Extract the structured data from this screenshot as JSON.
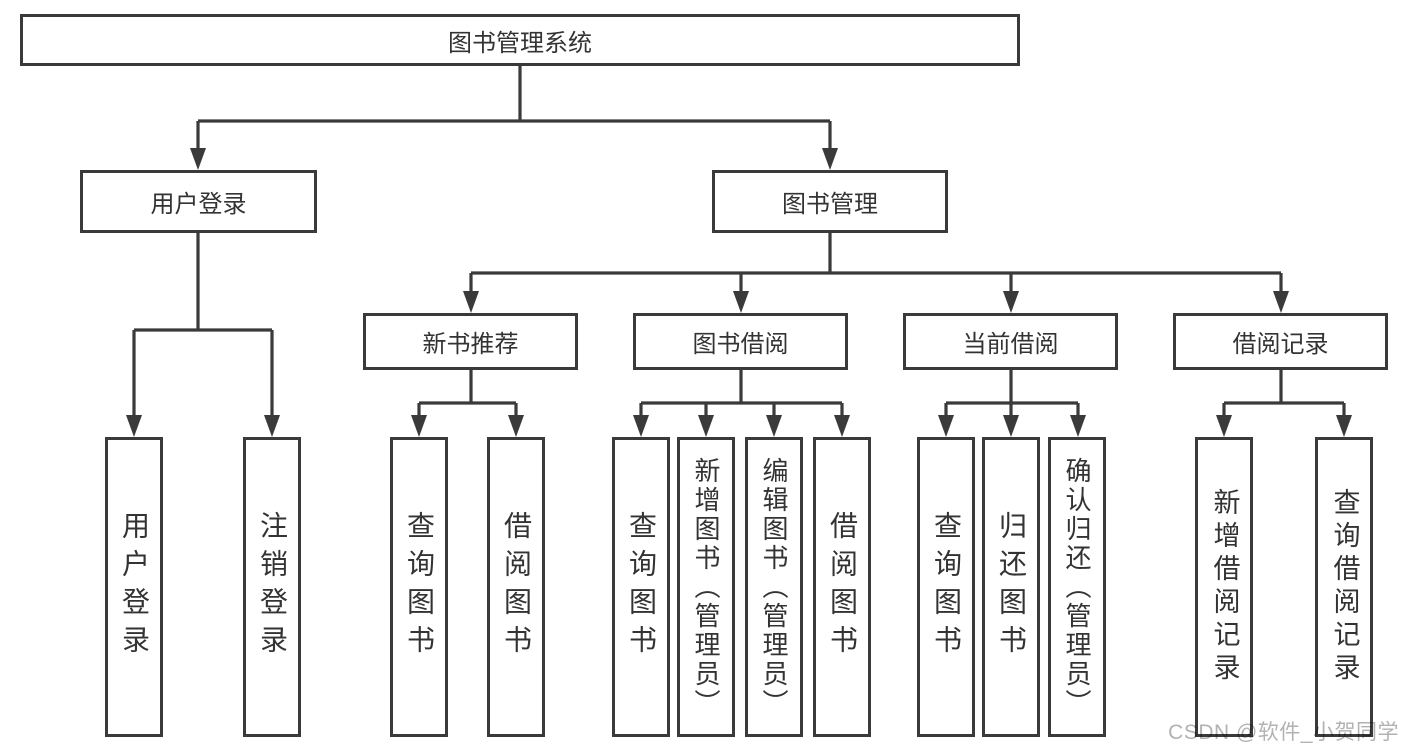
{
  "colors": {
    "line": "#3a3a3a",
    "text": "#333333",
    "watermark": "#b2b2b2",
    "background": "#ffffff"
  },
  "watermark": "CSDN @软件_小贺同学",
  "tree": {
    "label": "图书管理系统",
    "children": [
      {
        "label": "用户登录",
        "children": [
          {
            "label": "用户登录"
          },
          {
            "label": "注销登录"
          }
        ]
      },
      {
        "label": "图书管理",
        "children": [
          {
            "label": "新书推荐",
            "children": [
              {
                "label": "查询图书"
              },
              {
                "label": "借阅图书"
              }
            ]
          },
          {
            "label": "图书借阅",
            "children": [
              {
                "label": "查询图书"
              },
              {
                "label": "新增图书（管理员）"
              },
              {
                "label": "编辑图书（管理员）"
              },
              {
                "label": "借阅图书"
              }
            ]
          },
          {
            "label": "当前借阅",
            "children": [
              {
                "label": "查询图书"
              },
              {
                "label": "归还图书"
              },
              {
                "label": "确认归还（管理员）"
              }
            ]
          },
          {
            "label": "借阅记录",
            "children": [
              {
                "label": "新增借阅记录"
              },
              {
                "label": "查询借阅记录"
              }
            ]
          }
        ]
      }
    ]
  }
}
